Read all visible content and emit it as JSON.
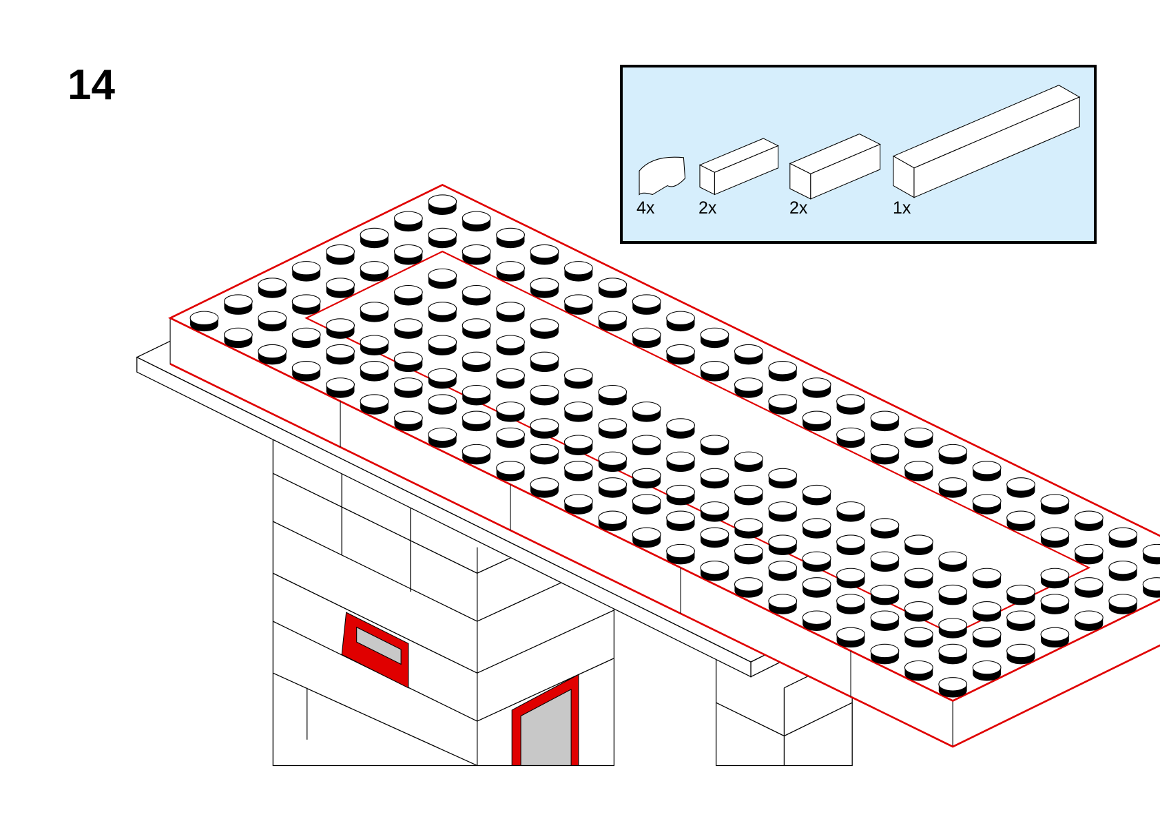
{
  "step": {
    "number": "14"
  },
  "parts_list": {
    "background": "#d6eefc",
    "items": [
      {
        "part": "brick-2x2-round-corner",
        "quantity": "4x"
      },
      {
        "part": "brick-1x4",
        "quantity": "2x"
      },
      {
        "part": "brick-2x4",
        "quantity": "2x"
      },
      {
        "part": "brick-2x10",
        "quantity": "1x"
      }
    ]
  },
  "colors": {
    "highlight": "#e00000",
    "window_glass": "#c8c8c8",
    "stud_side": "#000000"
  }
}
